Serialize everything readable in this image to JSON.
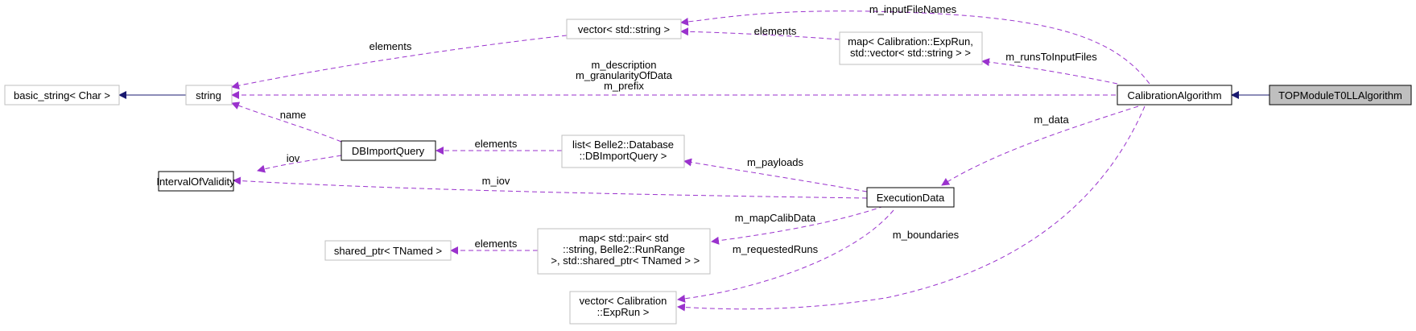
{
  "colors": {
    "inheritance": "#191970",
    "usage": "#9a32cd",
    "external_border": "#bfbfbf",
    "class_border": "#000000",
    "highlight_fill": "#bfbfbf"
  },
  "nodes": {
    "basic_string": {
      "lines": [
        "basic_string< Char >"
      ],
      "kind": "external"
    },
    "string": {
      "lines": [
        "string"
      ],
      "kind": "external"
    },
    "vector_string": {
      "lines": [
        "vector< std::string >"
      ],
      "kind": "external"
    },
    "map_exprun": {
      "lines": [
        "map< Calibration::ExpRun,",
        "std::vector< std::string > >"
      ],
      "kind": "external"
    },
    "calibration_algorithm": {
      "lines": [
        "CalibrationAlgorithm"
      ],
      "kind": "class"
    },
    "top_module": {
      "lines": [
        "TOPModuleT0LLAlgorithm"
      ],
      "kind": "highlight"
    },
    "db_import_query": {
      "lines": [
        "DBImportQuery"
      ],
      "kind": "class"
    },
    "list_dbimport": {
      "lines": [
        "list< Belle2::Database",
        "::DBImportQuery >"
      ],
      "kind": "external"
    },
    "interval_of_validity": {
      "lines": [
        "IntervalOfValidity"
      ],
      "kind": "class"
    },
    "execution_data": {
      "lines": [
        "ExecutionData"
      ],
      "kind": "class"
    },
    "shared_ptr": {
      "lines": [
        "shared_ptr< TNamed >"
      ],
      "kind": "external"
    },
    "map_pair": {
      "lines": [
        "map< std::pair< std",
        "::string, Belle2::RunRange",
        " >, std::shared_ptr< TNamed > >"
      ],
      "kind": "external"
    },
    "vector_exprun": {
      "lines": [
        "vector< Calibration",
        "::ExpRun >"
      ],
      "kind": "external"
    }
  },
  "edge_labels": {
    "m_inputFileNames": [
      "m_inputFileNames"
    ],
    "elements_vector": [
      "elements"
    ],
    "elements_map": [
      "elements"
    ],
    "m_runsToInputFiles": [
      "m_runsToInputFiles"
    ],
    "string_members": [
      "m_description",
      "m_granularityOfData",
      "m_prefix"
    ],
    "name": [
      "name"
    ],
    "iov": [
      "iov"
    ],
    "elements_list": [
      "elements"
    ],
    "m_iov": [
      "m_iov"
    ],
    "m_data": [
      "m_data"
    ],
    "m_payloads": [
      "m_payloads"
    ],
    "m_mapCalibData": [
      "m_mapCalibData"
    ],
    "elements_shared": [
      "elements"
    ],
    "m_requestedRuns": [
      "m_requestedRuns"
    ],
    "m_boundaries": [
      "m_boundaries"
    ]
  }
}
